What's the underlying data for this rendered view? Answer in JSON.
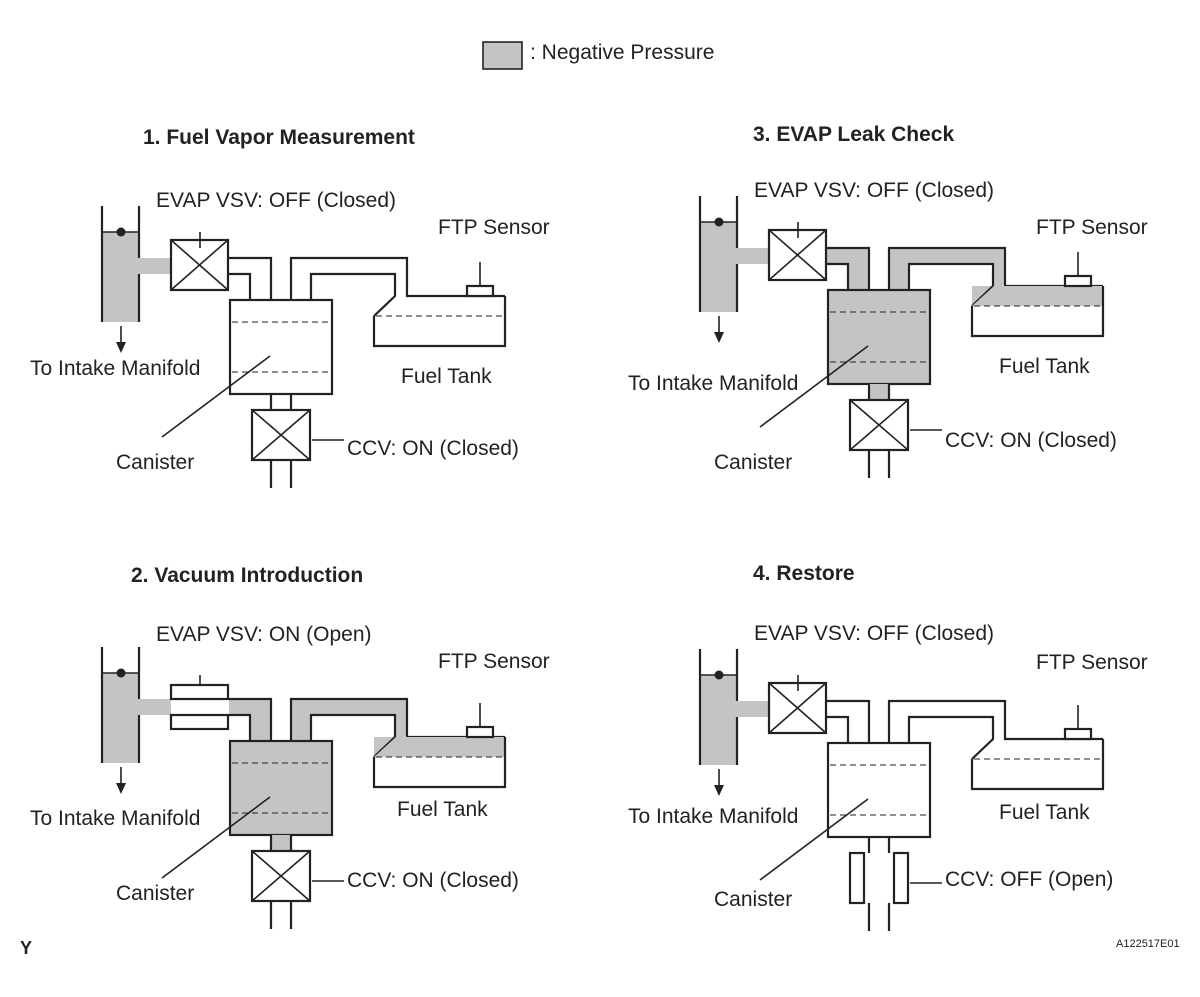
{
  "legend": {
    "label": ": Negative Pressure",
    "swatch_color": "#c4c4c4"
  },
  "panels": [
    {
      "title": "1. Fuel Vapor Measurement",
      "evap_vsv": "EVAP VSV: OFF (Closed)",
      "ftp_sensor": "FTP Sensor",
      "intake": "To Intake Manifold",
      "fuel_tank": "Fuel Tank",
      "canister": "Canister",
      "ccv": "CCV: ON (Closed)",
      "vsv_open": false,
      "ccv_open": false,
      "pipe_gray": false,
      "canister_gray": false,
      "tank_gray": false
    },
    {
      "title": "3. EVAP Leak Check",
      "evap_vsv": "EVAP VSV: OFF (Closed)",
      "ftp_sensor": "FTP Sensor",
      "intake": "To Intake Manifold",
      "fuel_tank": "Fuel Tank",
      "canister": "Canister",
      "ccv": "CCV: ON (Closed)",
      "vsv_open": false,
      "ccv_open": false,
      "pipe_gray": true,
      "canister_gray": true,
      "tank_gray": true
    },
    {
      "title": "2. Vacuum Introduction",
      "evap_vsv": "EVAP VSV: ON (Open)",
      "ftp_sensor": "FTP Sensor",
      "intake": "To Intake Manifold",
      "fuel_tank": "Fuel Tank",
      "canister": "Canister",
      "ccv": "CCV: ON (Closed)",
      "vsv_open": true,
      "ccv_open": false,
      "pipe_gray": true,
      "canister_gray": true,
      "tank_gray": true
    },
    {
      "title": "4. Restore",
      "evap_vsv": "EVAP VSV: OFF (Closed)",
      "ftp_sensor": "FTP Sensor",
      "intake": "To Intake Manifold",
      "fuel_tank": "Fuel Tank",
      "canister": "Canister",
      "ccv": "CCV: OFF (Open)",
      "vsv_open": false,
      "ccv_open": true,
      "pipe_gray": false,
      "canister_gray": false,
      "tank_gray": false
    }
  ],
  "corner_mark": "Y",
  "figure_code": "A122517E01"
}
